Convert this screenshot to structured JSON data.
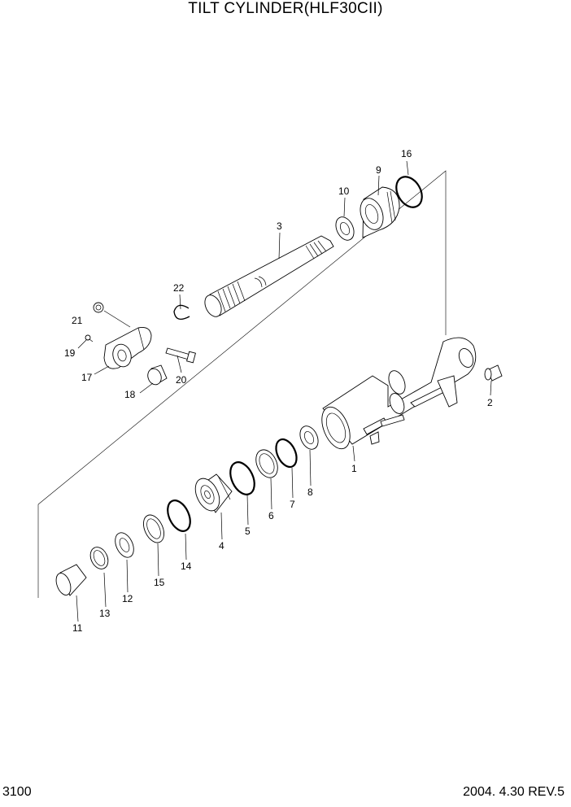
{
  "title": "TILT CYLINDER(HLF30CII)",
  "page_number": "3100",
  "revision": "2004. 4.30 REV.5",
  "callouts": [
    "1",
    "2",
    "3",
    "4",
    "5",
    "6",
    "7",
    "8",
    "9",
    "10",
    "11",
    "12",
    "13",
    "14",
    "15",
    "16",
    "17",
    "18",
    "19",
    "20",
    "21",
    "22"
  ]
}
